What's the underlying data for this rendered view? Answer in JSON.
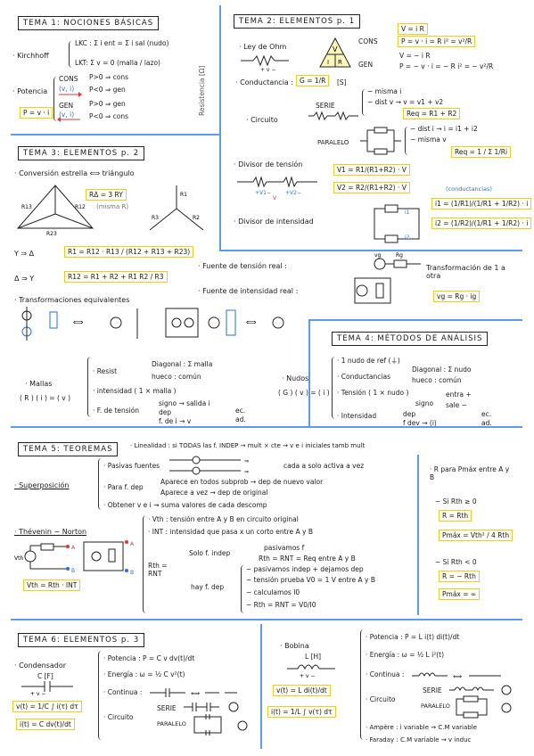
{
  "t1": {
    "title": "TEMA 1: NOCIONES BÁSICAS",
    "kirchhoff": "· Kirchhoff",
    "lkc": "LKC : Σ i ent = Σ i sal  (nudo)",
    "lkt": "LKT: Σ v = 0  (malla / lazo)",
    "potencia": "· Potencia",
    "cons": "CONS",
    "gen": "GEN",
    "vi": "(v, i)",
    "p1": "P>0 ⇒ cons",
    "p2": "P<0 ⇒ gen",
    "p3": "P>0 ⇒ gen",
    "p4": "P<0 ⇒ cons",
    "formula": "P = v · i"
  },
  "t2": {
    "title": "TEMA 2: ELEMENTOS  p. 1",
    "ohm": "· Ley de Ohm",
    "cons": "CONS",
    "gen": "GEN",
    "vir": "V = i R",
    "pcons": "P = v · i = R i² = v²/R",
    "vmir": "V = − i R",
    "pgen": "P = − v · i = − R i² = − v²/R",
    "resistencia": "Resistencia [Ω]",
    "conductancia": "· Conductancia :",
    "g": "G = 1/R",
    "s": "[S]",
    "circuito": "· Circuito",
    "serie": "SERIE",
    "s1": "− misma i",
    "s2": "− dist v → v = v1 + v2",
    "reqs": "Req = R1 + R2",
    "paralelo": "PARALELO",
    "p1": "− dist i → i = i1 + i2",
    "p2": "− misma v",
    "reqp": "Req = 1 / Σ 1/Ri",
    "divt": "· Divisor de tensión",
    "v1": "V1 = R1/(R1+R2) · V",
    "v2": "V2 = R2/(R1+R2) · V",
    "divi": "· Divisor de intensidad",
    "cond": "(conductancias)",
    "i1": "i1 = (1/R1)/(1/R1 + 1/R2) · i",
    "i2": "i2 = (1/R2)/(1/R1 + 1/R2) · i"
  },
  "t3": {
    "title": "TEMA 3: ELEMENTOS  p. 2",
    "conv": "· Conversión estrella ⟺ triángulo",
    "rd": "RΔ = 3 RY",
    "misma": "(misma R)",
    "yd": "Y ⇒ Δ",
    "r1": "R1 = R12 · R13 / (R12 + R13 + R23)",
    "dy": "Δ ⇒ Y",
    "r12": "R12 = R1 + R2 + R1 R2 / R3",
    "trans": "· Transformaciones equivalentes",
    "fuentet": "· Fuente de tensión real :",
    "fuentei": "· Fuente de intensidad real :",
    "transf": "Transformación de 1 a otra",
    "vg": "vg = Rg · ig"
  },
  "t4": {
    "title": "TEMA 4: MÉTODOS DE ANÁLISIS",
    "mallas": "· Mallas",
    "mallaeq": "( R ) ( i ) = ( v )",
    "resist": "· Resist",
    "diag": "Diagonal : Σ malla",
    "hueco": "hueco : común",
    "int1": "· intensidad ( 1 × malla )",
    "ftens": "· F. de tensión",
    "signo": "signo → salida i",
    "dep": "dep",
    "ec": "ec.",
    "fdev": "f. de i → v",
    "ad": "ad.",
    "nudos": "· Nudos",
    "nudoeq": "( G ) ( v ) = ( i )",
    "ref": "· 1 nudo de ref (⏚)",
    "conds": "· Conductancias",
    "diag2": "Diagonal : Σ nudo",
    "hueco2": "hueco : común",
    "tens": "· Tensión ( 1 × nudo )",
    "entra": "entra +",
    "signo2": "signo",
    "sale": "sale −",
    "intens": "· Intensidad",
    "dep2": "dep",
    "ec2": "ec.",
    "fdev2": "f dev → (i)",
    "ad2": "ad."
  },
  "t5": {
    "title": "TEMA 5: TEOREMAS",
    "lin": "· Linealidad : si TODAS las f. INDEP → mult × cte  ⇝  v e i iniciales tamb mult",
    "sup": "· Superposición",
    "s1": "· Pasivas fuentes",
    "s1b": "cada a solo activa a vez",
    "s2": "· Para f. dep",
    "s2a": "Aparece en todos subprob → dep de nuevo valor",
    "s2b": "Aparece a vez → dep de original",
    "s3": "· Obtener v e i ⇝ suma valores de cada descomp",
    "thev": "· Thévenin − Norton",
    "vth": "· Vth : tensión entre A y B en circuito original",
    "int": "· INT : intensidad que pasa x un corto entre A y B",
    "rth": "Rth = RNT",
    "solo": "Solo f. indep",
    "pasiv": "pasivamos f",
    "rtheq": "Rth = RNT = Req entre A y B",
    "hay": "hay f. dep",
    "h1": "− pasivamos indep + dejamos dep",
    "h2": "− tensión prueba V0 = 1 V entre A y B",
    "h3": "− calculamos I0",
    "h4": "− Rth = RNT = V0/I0",
    "vthf": "Vth = Rth · INT",
    "rp": "· R para Pmáx entre A y B",
    "sirth": "− Si Rth ≥ 0",
    "rrth": "R = Rth",
    "pmax": "Pmáx = Vth² / 4 Rth",
    "sirthn": "− Si Rth < 0",
    "rmrth": "R = − Rth",
    "pinf": "Pmáx = ∞"
  },
  "t6": {
    "title": "TEMA 6: ELEMENTOS  p. 3",
    "cond": "· Condensador",
    "cf": "C [F]",
    "vt": "v(t) = 1/C ∫ i(τ) dτ",
    "it": "i(t) = C dv(t)/dt",
    "pot": "· Potencia : P = C v dv(t)/dt",
    "ener": "· Energía : ω = ½ C v²(t)",
    "cont": "· Continua :",
    "circ": "· Circuito",
    "serie": "SERIE",
    "paralelo": "PARALELO",
    "bob": "· Bobina",
    "lh": "L [H]",
    "vtl": "v(t) = L di(t)/dt",
    "itl": "i(t) = 1/L ∫ v(τ) dτ",
    "potl": "· Potencia : P = L i(t) di(t)/dt",
    "enerl": "· Energía : ω = ½ L i²(t)",
    "contl": "· Continua :",
    "circl": "· Circuito",
    "seriel": "SERIE",
    "paralelol": "PARALELO",
    "amp": "· Ampère : i variable ⇝ C.M variable",
    "far": "· Faraday : C.M variable ⇝ v induc"
  }
}
